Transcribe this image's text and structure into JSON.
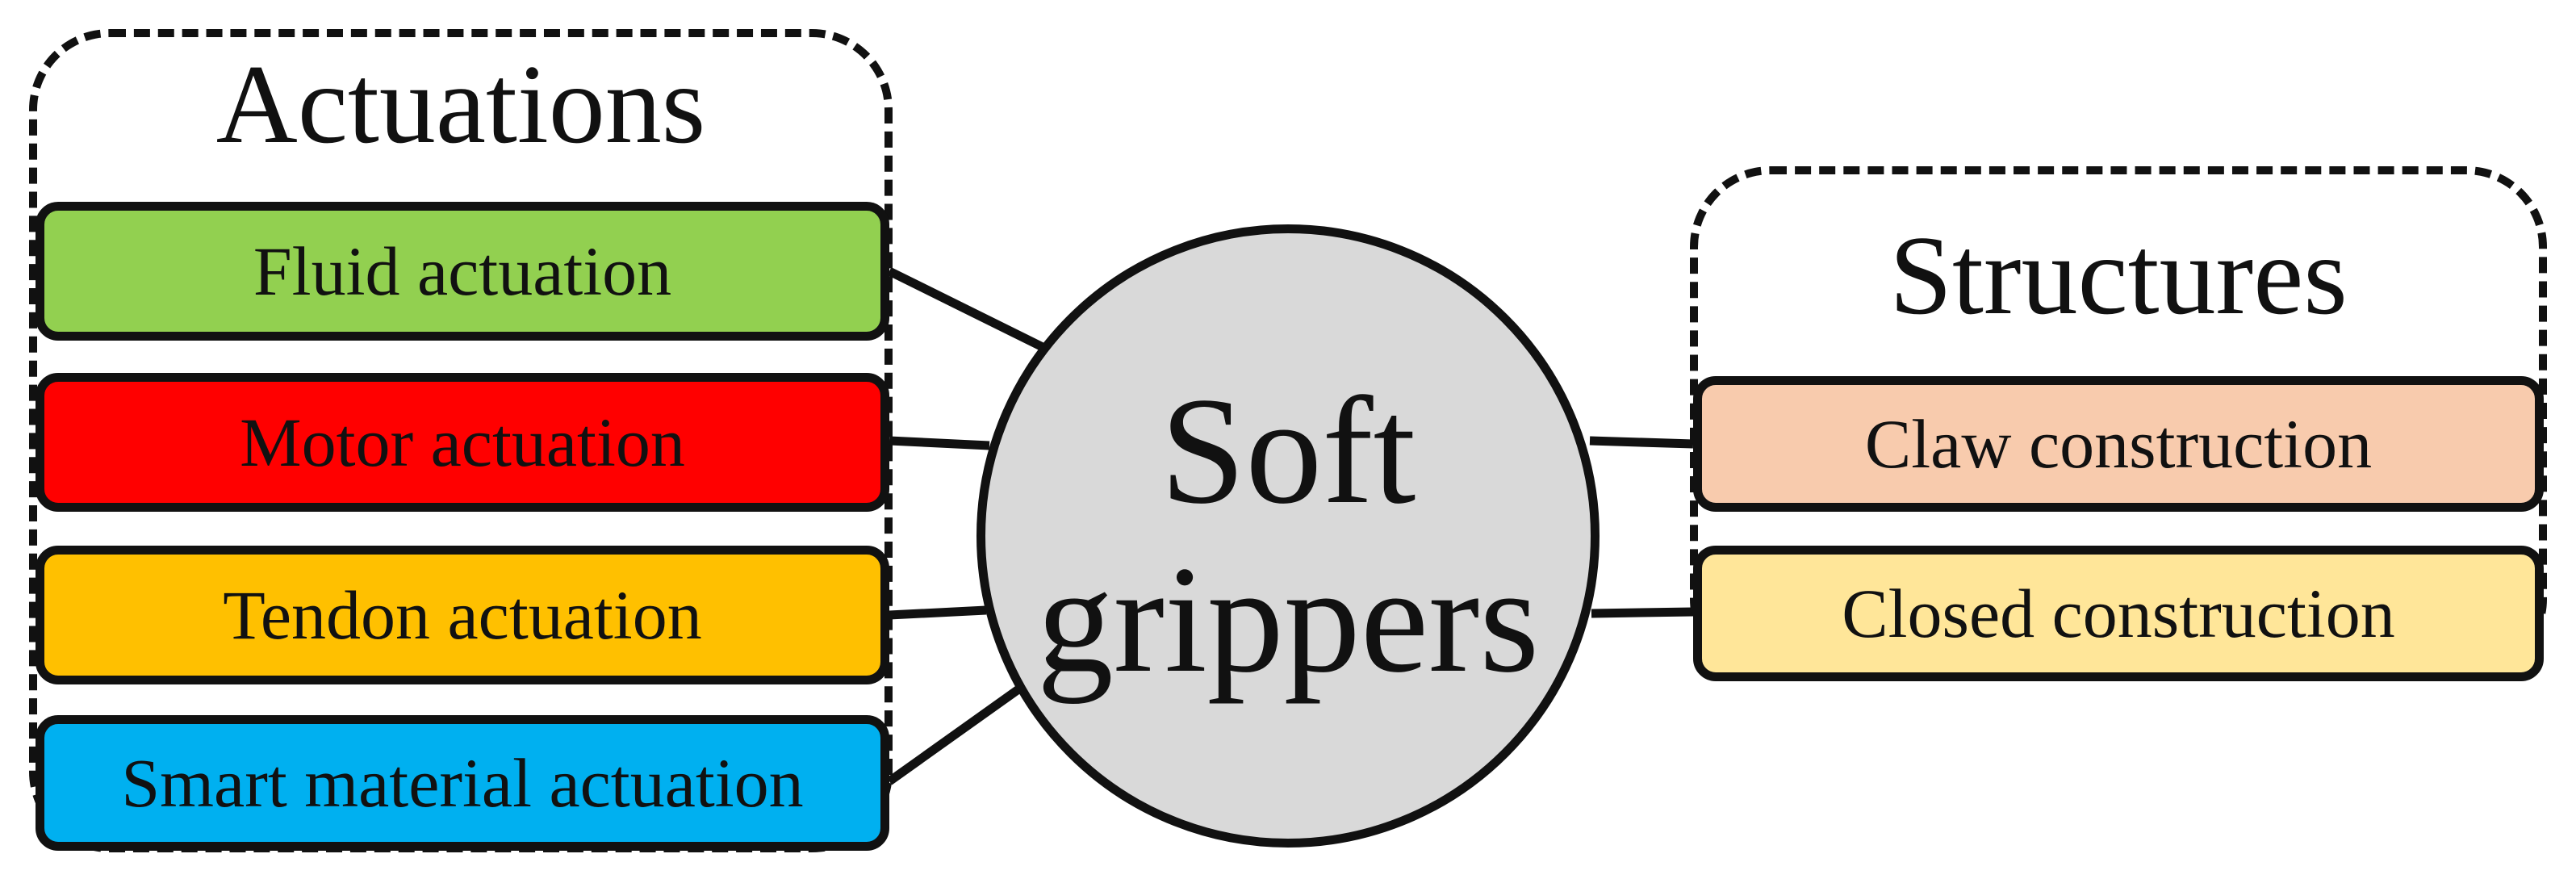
{
  "center": {
    "line1": "Soft",
    "line2": "grippers",
    "color": "#d9d9d9"
  },
  "actuations": {
    "title": "Actuations",
    "items": [
      {
        "label": "Fluid actuation",
        "color": "#92d050"
      },
      {
        "label": "Motor actuation",
        "color": "#ff0000"
      },
      {
        "label": "Tendon actuation",
        "color": "#ffc000"
      },
      {
        "label": "Smart material actuation",
        "color": "#00b0f0"
      }
    ]
  },
  "structures": {
    "title": "Structures",
    "items": [
      {
        "label": "Claw construction",
        "color": "#f8cbad"
      },
      {
        "label": "Closed construction",
        "color": "#ffe699"
      }
    ]
  }
}
